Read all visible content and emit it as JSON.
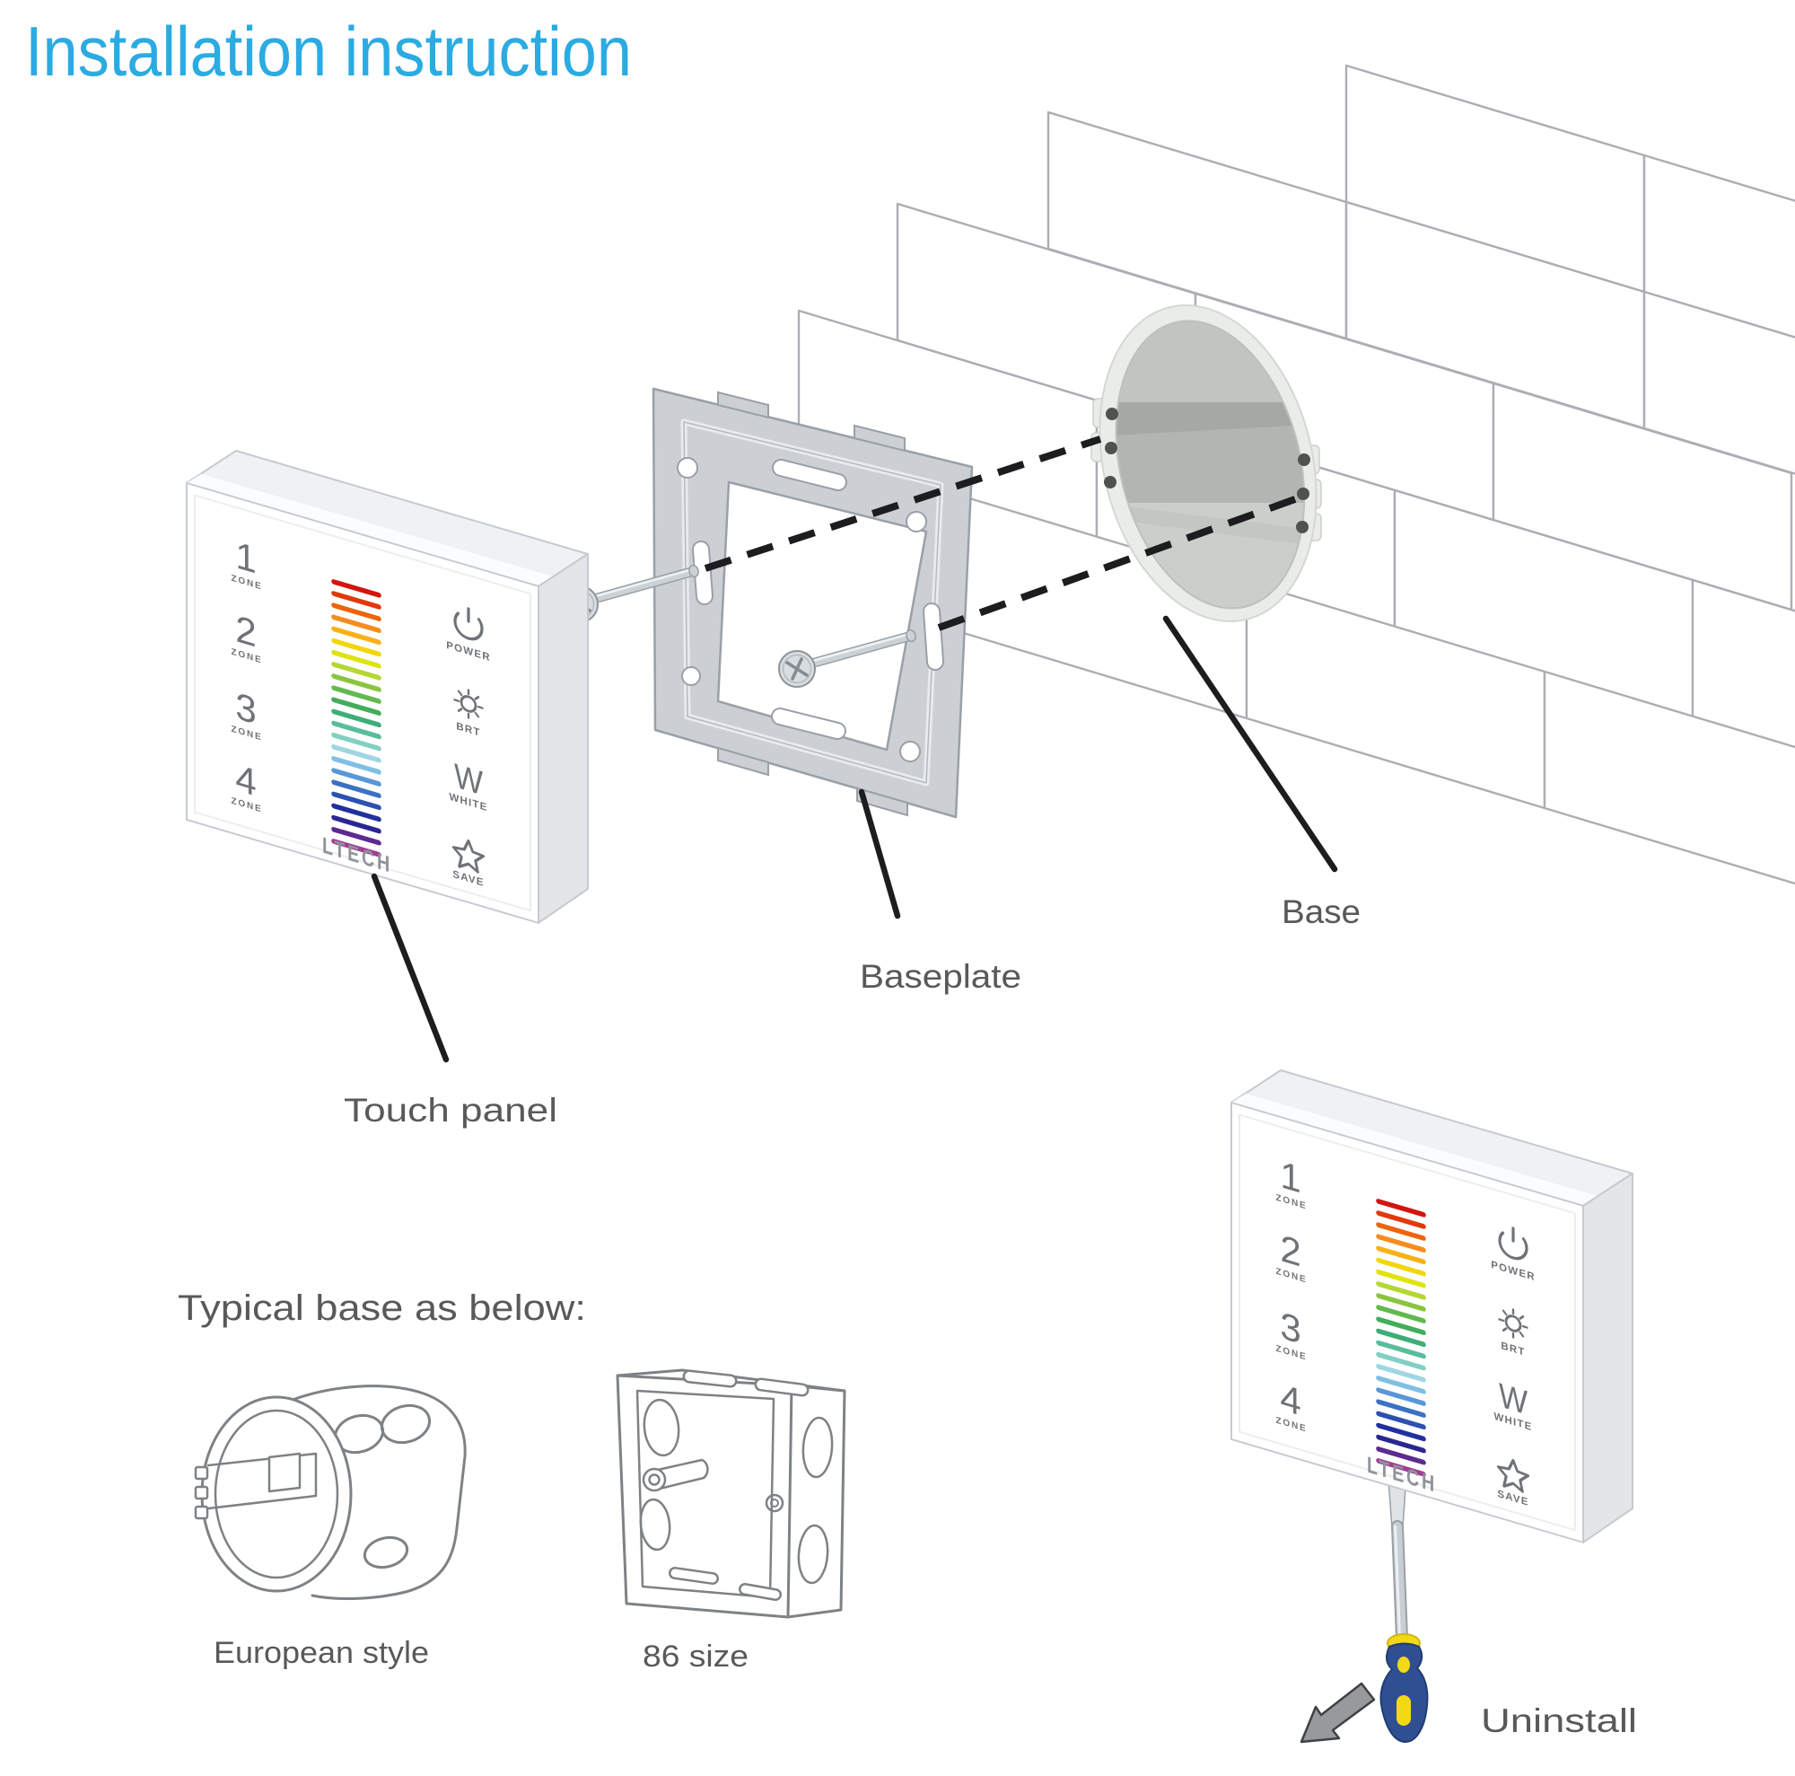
{
  "title": {
    "text": "Installation instruction"
  },
  "colors": {
    "accent": "#2babe2",
    "label_text": "#58595b",
    "panel_text": "#6f7377",
    "brand_text": "#8f9499",
    "pointer_line": "#1d1d1f",
    "wall_line": "#abaeb2",
    "panel_edge": "#c6cad0",
    "panel_side": "#e3e5e8",
    "panel_top": "#eff1f3",
    "baseplate_fill": "#ccd0d5",
    "baseplate_edge": "#9aa0a7",
    "base_rim": "#e9ece8",
    "base_cavity": "#cfd3cf",
    "base_band": "#b1b6b2",
    "screw_metal": "#ccd1d6",
    "screwdriver_handle": "#2f4f92",
    "screwdriver_accent": "#f3d914",
    "arrow_fill": "#97999c"
  },
  "panel": {
    "brand": "LTECH",
    "zones": [
      {
        "digit": "1",
        "label": "ZONE"
      },
      {
        "digit": "2",
        "label": "ZONE"
      },
      {
        "digit": "3",
        "label": "ZONE"
      },
      {
        "digit": "4",
        "label": "ZONE"
      }
    ],
    "buttons": [
      {
        "icon": "power-icon",
        "label": "POWER"
      },
      {
        "icon": "brightness-icon",
        "label": "BRT"
      },
      {
        "icon": "white-channel-glyph",
        "glyph": "W",
        "label": "WHITE"
      },
      {
        "icon": "save-star-icon",
        "label": "SAVE"
      }
    ],
    "rainbow_colors": [
      "#d2150e",
      "#e1390b",
      "#ee640a",
      "#f68c1e",
      "#f9b117",
      "#f2d60c",
      "#dfe30e",
      "#b5d733",
      "#8bc540",
      "#63b94f",
      "#43ad5b",
      "#3dae77",
      "#57bd9a",
      "#82cfc3",
      "#9fd6e2",
      "#7fbfe5",
      "#5897d8",
      "#3b72c3",
      "#2c51b0",
      "#21309f",
      "#292692",
      "#5c2a91",
      "#a23b93"
    ]
  },
  "callouts": {
    "touch_panel": "Touch panel",
    "baseplate": "Baseplate",
    "base": "Base"
  },
  "typical_base": {
    "heading": "Typical base as below:",
    "items": [
      {
        "label": "European style"
      },
      {
        "label": "86 size"
      }
    ]
  },
  "uninstall": {
    "label": "Uninstall"
  }
}
